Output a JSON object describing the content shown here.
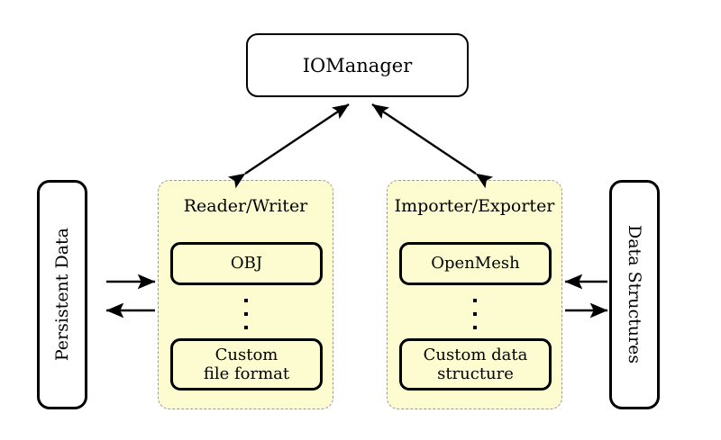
{
  "diagram": {
    "title_box": {
      "label": "IOManager"
    },
    "left_endpoint": {
      "label": "Persistent Data"
    },
    "right_endpoint": {
      "label": "Data Structures"
    },
    "groups": [
      {
        "name": "reader-writer",
        "title": "Reader/Writer",
        "top_item": "OBJ",
        "ellipsis": "⋮",
        "bottom_item_line1": "Custom",
        "bottom_item_line2": "file format"
      },
      {
        "name": "importer-exporter",
        "title": "Importer/Exporter",
        "top_item": "OpenMesh",
        "ellipsis": "⋮",
        "bottom_item_line1": "Custom data",
        "bottom_item_line2": "structure"
      }
    ],
    "colors": {
      "group_fill": "#fcfcd0",
      "group_border": "#9a9a9a",
      "stroke": "#000000",
      "background": "#ffffff"
    },
    "connections": [
      {
        "name": "iomanager-readerwriter",
        "style": "double-headed-arrow"
      },
      {
        "name": "iomanager-importerexporter",
        "style": "double-headed-arrow"
      },
      {
        "name": "persistentdata-to-readerwriter",
        "style": "arrow-right"
      },
      {
        "name": "readerwriter-to-persistentdata",
        "style": "arrow-left"
      },
      {
        "name": "datastructures-to-importerexporter",
        "style": "arrow-left"
      },
      {
        "name": "importerexporter-to-datastructures",
        "style": "arrow-right"
      }
    ]
  }
}
